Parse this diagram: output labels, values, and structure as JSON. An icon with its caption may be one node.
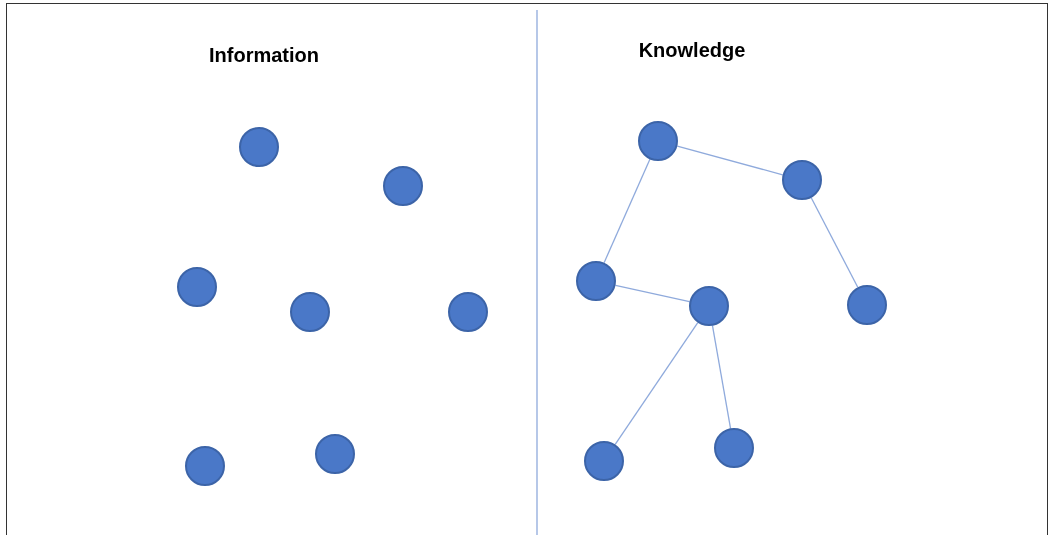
{
  "diagram": {
    "nodes": [
      {
        "text": [],
        "shape": "circle"
      },
      {
        "text": [],
        "shape": "circle"
      },
      {
        "text": [],
        "shape": "circle"
      },
      {
        "text": [],
        "shape": "circle"
      },
      {
        "text": [],
        "shape": "circle"
      },
      {
        "text": [],
        "shape": "circle"
      },
      {
        "text": [],
        "shape": "circle"
      },
      {
        "text": [],
        "shape": "circle"
      },
      {
        "text": [],
        "shape": "circle"
      },
      {
        "text": [],
        "shape": "circle"
      },
      {
        "text": [],
        "shape": "circle"
      },
      {
        "text": [],
        "shape": "circle"
      },
      {
        "text": [],
        "shape": "circle"
      },
      {
        "text": [],
        "shape": "circle"
      }
    ],
    "edges": [
      {
        "from": 7,
        "to": 8,
        "arrow": "none"
      },
      {
        "from": 7,
        "to": 9,
        "arrow": "none"
      },
      {
        "from": 8,
        "to": 10,
        "arrow": "none"
      },
      {
        "from": 9,
        "to": 11,
        "arrow": "none"
      },
      {
        "from": 11,
        "to": 13,
        "arrow": "none"
      },
      {
        "from": 11,
        "to": 12,
        "arrow": "none"
      }
    ],
    "labels": [
      "Information",
      "Knowledge"
    ]
  }
}
